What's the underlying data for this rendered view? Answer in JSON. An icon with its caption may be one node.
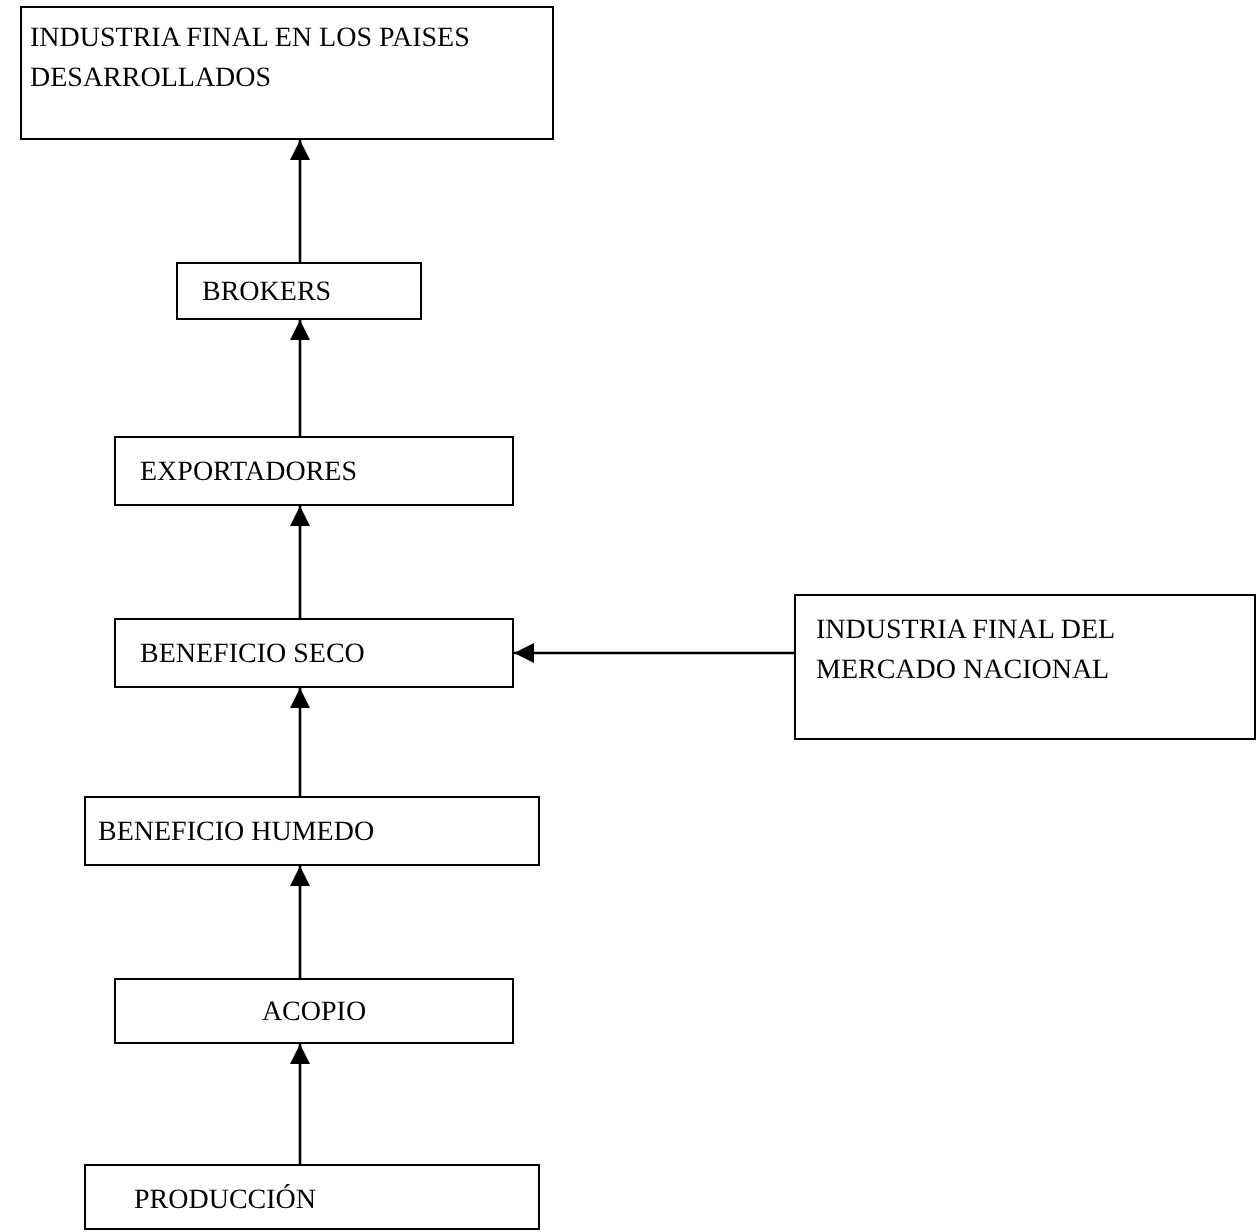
{
  "diagram": {
    "nodes": [
      {
        "text": [
          "INDUSTRIA FINAL EN LOS PAISES DESARROLLADOS"
        ]
      },
      {
        "text": [
          "BROKERS"
        ]
      },
      {
        "text": [
          "EXPORTADORES"
        ]
      },
      {
        "text": [
          "BENEFICIO SECO"
        ]
      },
      {
        "text": [
          "INDUSTRIA FINAL DEL MERCADO NACIONAL"
        ]
      },
      {
        "text": [
          "BENEFICIO HUMEDO"
        ]
      },
      {
        "text": [
          "ACOPIO"
        ]
      },
      {
        "text": [
          "PRODUCCIÓN"
        ]
      }
    ],
    "edges": [
      {
        "from": 7,
        "to": 6,
        "arrow": "to"
      },
      {
        "from": 6,
        "to": 5,
        "arrow": "to"
      },
      {
        "from": 5,
        "to": 3,
        "arrow": "to"
      },
      {
        "from": 3,
        "to": 2,
        "arrow": "to"
      },
      {
        "from": 2,
        "to": 1,
        "arrow": "to"
      },
      {
        "from": 1,
        "to": 0,
        "arrow": "to"
      },
      {
        "from": 4,
        "to": 3,
        "arrow": "to"
      }
    ]
  }
}
